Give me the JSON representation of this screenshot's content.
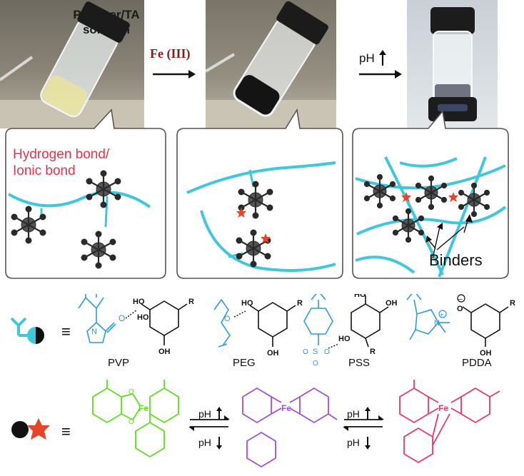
{
  "photos": {
    "vial1_caption": "Polymer/TA\nsolution",
    "step1_reagent": "Fe (III)",
    "step2_condition": "pH"
  },
  "callouts": {
    "left_text": "Hydrogen bond/\nIonic bond",
    "right_text": "Binders"
  },
  "polymers": {
    "equiv_symbol": "≡",
    "names": [
      "PVP",
      "PEG",
      "PSS",
      "PDDA"
    ],
    "r_group": "R"
  },
  "complexes": {
    "equiv_symbol": "≡",
    "fe_symbol": "Fe",
    "ph_up": "pH",
    "ph_down": "pH"
  },
  "colors": {
    "polymer_cyan": "#3ec8de",
    "ta_dark": "#2a2a2a",
    "fe_red": "#e8442a",
    "mono_green": "#5ee01e",
    "bis_purple": "#a44fd8",
    "tris_pink": "#e83a6a",
    "struct_blue": "#2d9be0",
    "fe_label_red": "#8b1a1a",
    "callout_red": "#e8334a"
  }
}
